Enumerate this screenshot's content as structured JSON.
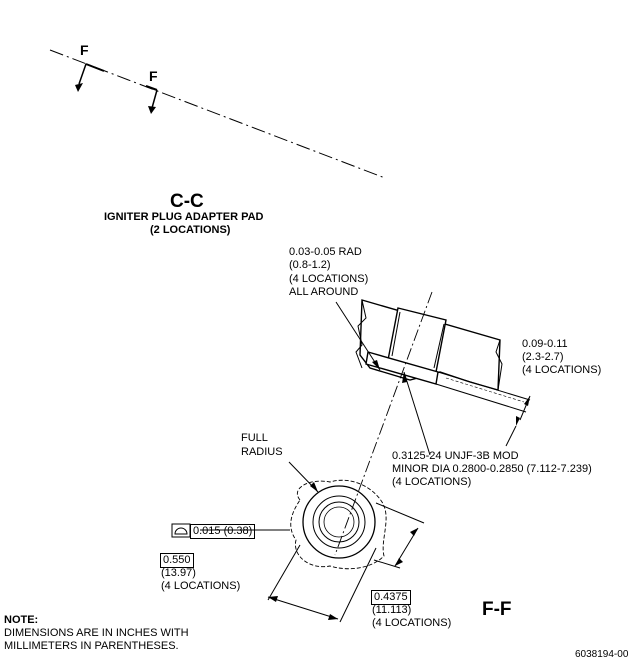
{
  "cutting_plane": {
    "label_a": "F",
    "label_b": "F"
  },
  "section_cc": {
    "title": "C-C",
    "subtitle": "IGNITER PLUG ADAPTER PAD",
    "count": "(2 LOCATIONS)"
  },
  "section_ff": {
    "title": "F-F"
  },
  "callouts": {
    "radius": {
      "line1": "0.03-0.05 RAD",
      "line2": "(0.8-1.2)",
      "line3": "(4 LOCATIONS)",
      "line4": "ALL AROUND"
    },
    "thickness": {
      "line1": "0.09-0.11",
      "line2": "(2.3-2.7)",
      "line3": "(4 LOCATIONS)"
    },
    "thread": {
      "line1": "0.3125-24 UNJF-3B MOD",
      "line2": "MINOR DIA 0.2800-0.2850 (7.112-7.239)",
      "line3": "(4 LOCATIONS)"
    },
    "full_radius": {
      "line1": "FULL",
      "line2": "RADIUS"
    },
    "profile_tol": {
      "value": "0.015 (0.38)"
    },
    "width": {
      "value": "0.550",
      "metric": "(13.97)",
      "count": "(4 LOCATIONS)"
    },
    "spacing": {
      "value": "0.4375",
      "metric": "(11.113)",
      "count": "(4 LOCATIONS)"
    }
  },
  "note": {
    "heading": "NOTE:",
    "line1": "DIMENSIONS ARE IN INCHES WITH",
    "line2": "MILLIMETERS IN PARENTHESES."
  },
  "drawing_number": "6038194-00"
}
